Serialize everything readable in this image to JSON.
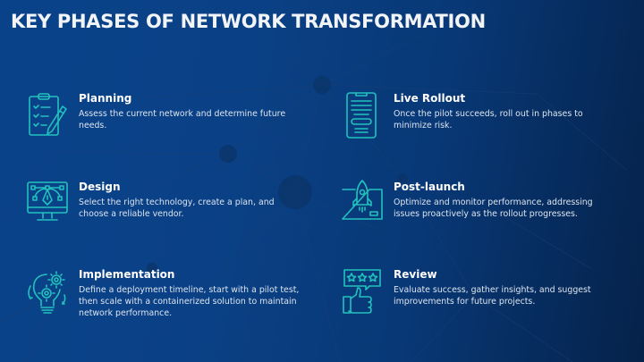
{
  "slide": {
    "title": "KEY PHASES OF NETWORK TRANSFORMATION",
    "colors": {
      "background_start": "#0a428a",
      "background_end": "#05224a",
      "icon_accent": "#22c1bd",
      "title_text": "#f2f4f7",
      "body_text": "#dde4ee"
    }
  },
  "phases": [
    {
      "icon": "clipboard-checklist-pencil-icon",
      "heading": "Planning",
      "description": "Assess the current network and determine future needs."
    },
    {
      "icon": "monitor-pen-tool-icon",
      "heading": "Design",
      "description": "Select the right technology, create a plan, and choose a reliable vendor."
    },
    {
      "icon": "lightbulb-gears-icon",
      "heading": "Implementation",
      "description": "Define a deployment timeline, start with a pilot test, then scale with a containerized solution to maintain network performance."
    },
    {
      "icon": "smartphone-document-icon",
      "heading": "Live Rollout",
      "description": "Once the pilot succeeds, roll out in phases to minimize risk."
    },
    {
      "icon": "rocket-launch-box-icon",
      "heading": "Post-launch",
      "description": "Optimize and monitor performance, addressing issues proactively as the rollout progresses."
    },
    {
      "icon": "thumbs-up-stars-icon",
      "heading": "Review",
      "description": "Evaluate success, gather insights, and suggest improvements for future projects."
    }
  ]
}
